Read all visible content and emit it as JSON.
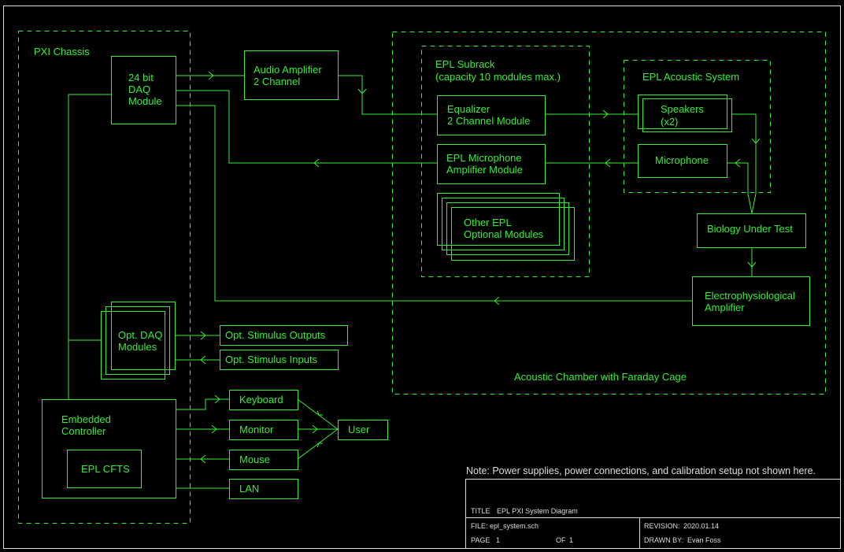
{
  "colors": {
    "background": "#000000",
    "wire": "#33ee33",
    "text": "#33ee33",
    "frame": "#dddddd",
    "title_block_text": "#dddddd"
  },
  "groups": {
    "pxi_chassis": "PXI Chassis",
    "subrack_line1": "EPL Subrack",
    "subrack_line2": "(capacity 10 modules max.)",
    "acoustic_system": "EPL Acoustic System",
    "acoustic_chamber": "Acoustic Chamber with Faraday Cage"
  },
  "blocks": {
    "daq_line1": "24 bit",
    "daq_line2": "DAQ",
    "daq_line3": "Module",
    "audio_amp_line1": "Audio Amplifier",
    "audio_amp_line2": "2 Channel",
    "equalizer_line1": "Equalizer",
    "equalizer_line2": "2 Channel Module",
    "mic_amp_line1": "EPL Microphone",
    "mic_amp_line2": "Amplifier Module",
    "other_modules_line1": "Other EPL",
    "other_modules_line2": "Optional Modules",
    "speakers_line1": "Speakers",
    "speakers_line2": "(x2)",
    "microphone": "Microphone",
    "biology": "Biology Under Test",
    "ephys_line1": "Electrophysiological",
    "ephys_line2": "Amplifier",
    "opt_daq_line1": "Opt. DAQ",
    "opt_daq_line2": "Modules",
    "stim_outputs": "Opt. Stimulus Outputs",
    "stim_inputs": "Opt. Stimulus Inputs",
    "controller_line1": "Embedded",
    "controller_line2": "Controller",
    "cfts": "EPL CFTS",
    "keyboard": "Keyboard",
    "monitor": "Monitor",
    "mouse": "Mouse",
    "lan": "LAN",
    "user": "User"
  },
  "note": "Note: Power supplies, power connections, and calibration setup not shown here.",
  "title_block": {
    "title_label": "TITLE",
    "title_value": "EPL PXI System Diagram",
    "file_label": "FILE:",
    "file_value": "epl_system.sch",
    "revision_label": "REVISION:",
    "revision_value": "2020.01.14",
    "page_label": "PAGE",
    "page_value": "1",
    "of_label": "OF",
    "of_value": "1",
    "drawn_label": "DRAWN BY:",
    "drawn_value": "Evan Foss"
  }
}
